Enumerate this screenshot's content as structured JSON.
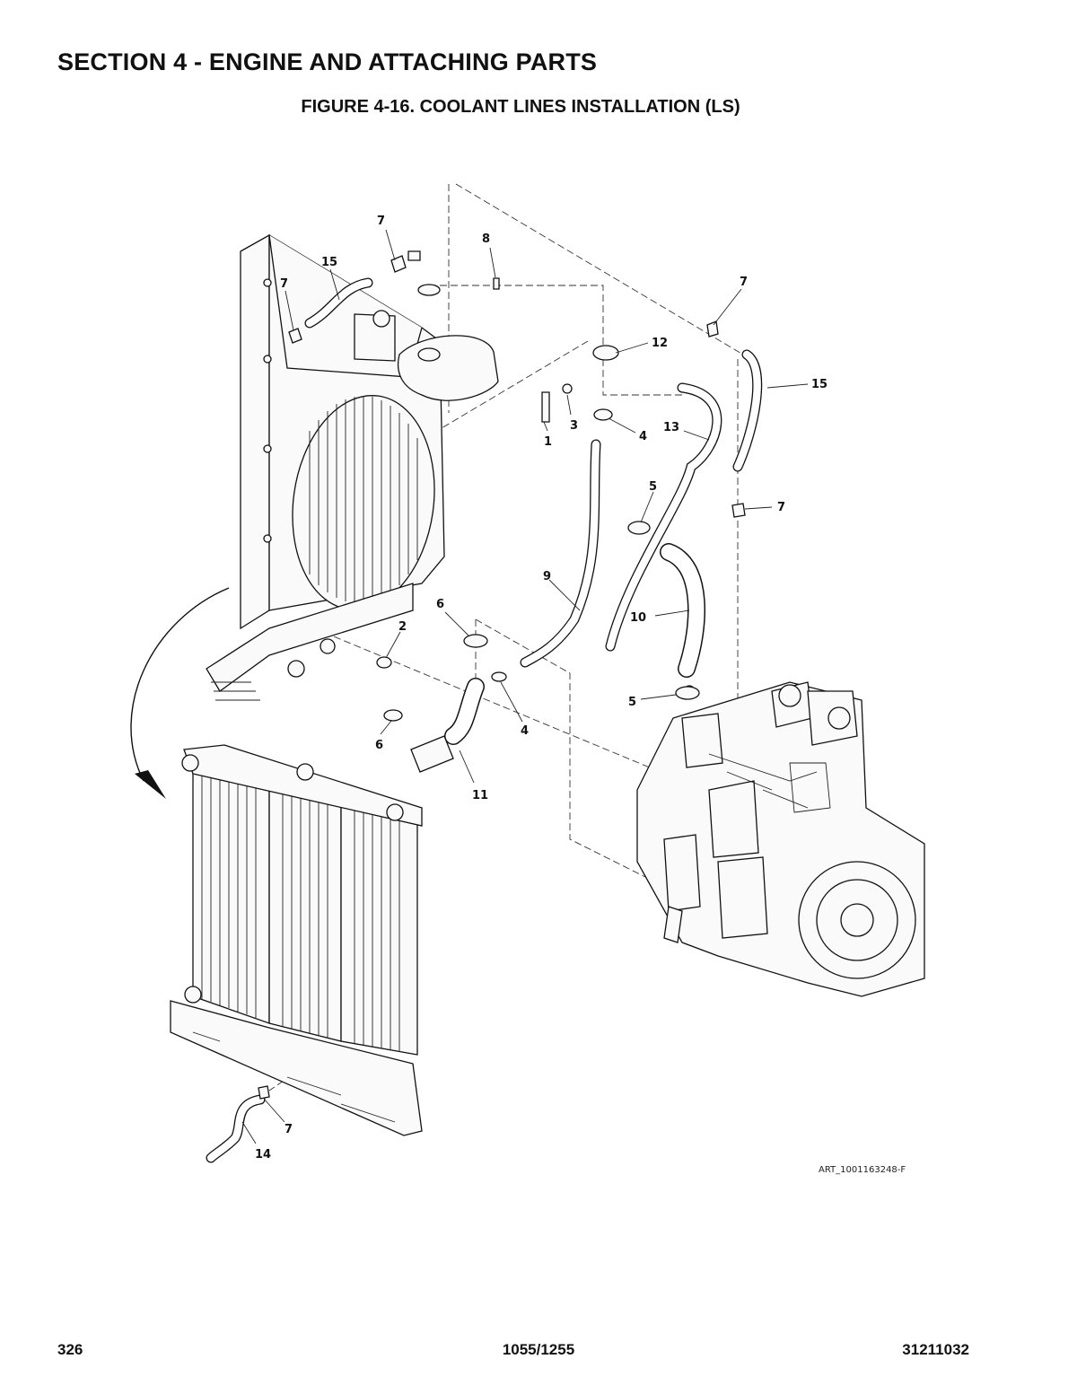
{
  "header": {
    "section_title": "SECTION 4 - ENGINE AND ATTACHING PARTS",
    "figure_title": "FIGURE 4-16. COOLANT LINES INSTALLATION (LS)"
  },
  "callouts": {
    "c1": "1",
    "c2": "2",
    "c3": "3",
    "c4a": "4",
    "c4b": "4",
    "c5a": "5",
    "c5b": "5",
    "c6a": "6",
    "c6b": "6",
    "c7a": "7",
    "c7b": "7",
    "c7c": "7",
    "c7d": "7",
    "c7e": "7",
    "c8": "8",
    "c9": "9",
    "c10": "10",
    "c11": "11",
    "c12": "12",
    "c13": "13",
    "c14": "14",
    "c15a": "15",
    "c15b": "15"
  },
  "art_number": "ART_1001163248-F",
  "footer": {
    "page_number": "326",
    "model": "1055/1255",
    "manual_number": "31211032"
  }
}
